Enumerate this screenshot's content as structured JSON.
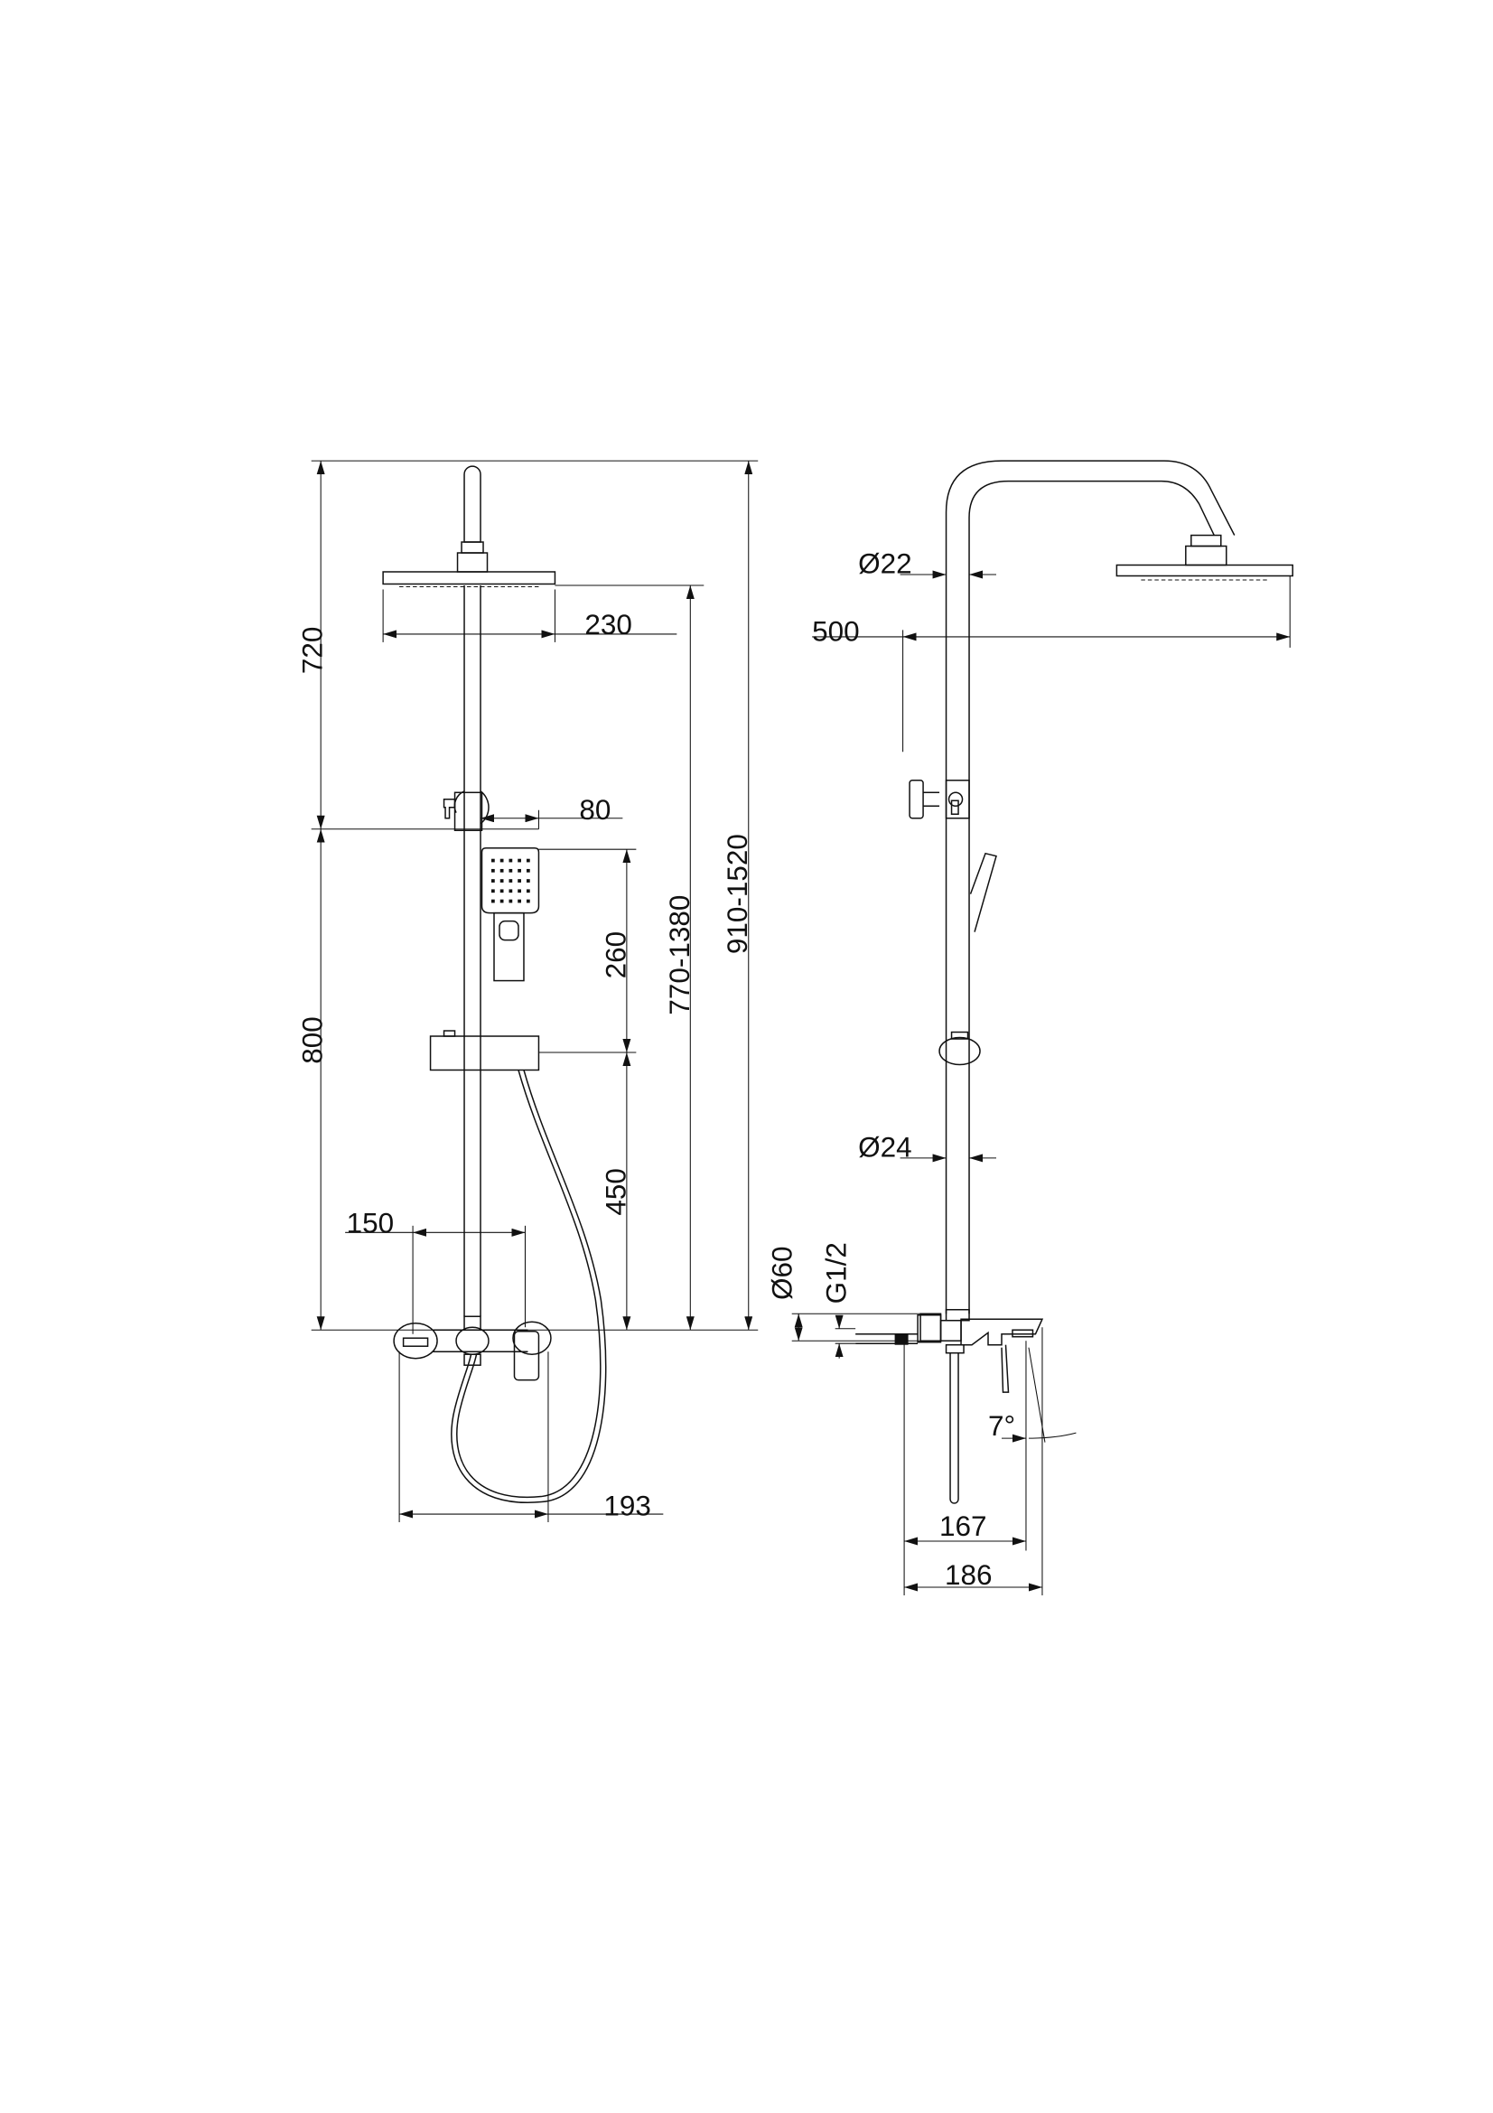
{
  "front_view": {
    "dims": {
      "upper_height": "720",
      "lower_height": "800",
      "rain_head_width": "230",
      "handshower_offset": "80",
      "handshower_length": "260",
      "slider_height": "450",
      "head_height_range": "770-1380",
      "total_height_range": "910-1520",
      "inlet_spacing": "150",
      "mixer_width": "193"
    }
  },
  "side_view": {
    "dims": {
      "upper_pipe_diameter": "Ø22",
      "arm_reach": "500",
      "lower_pipe_diameter": "Ø24",
      "escutcheon_diameter": "Ø60",
      "thread": "G1/2",
      "spout_angle": "7°",
      "spout_projection": "167",
      "total_projection": "186"
    }
  }
}
